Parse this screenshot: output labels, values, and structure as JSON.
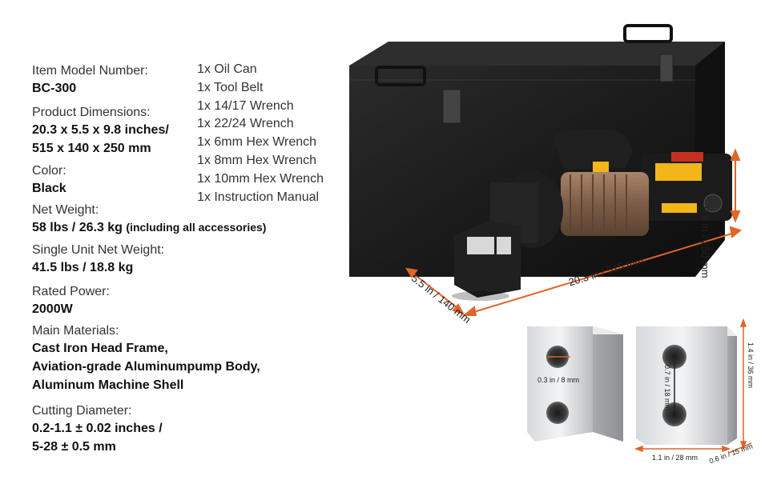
{
  "specs": {
    "model": {
      "label": "Item Model Number:",
      "value": "BC-300"
    },
    "dimensions": {
      "label": "Product Dimensions:",
      "value1": "20.3 x 5.5 x 9.8 inches/",
      "value2": "515 x 140 x 250 mm"
    },
    "color": {
      "label": "Color:",
      "value": "Black"
    },
    "net_weight": {
      "label": "Net Weight:",
      "value": "58 lbs / 26.3 kg",
      "note": "(including all accessories)"
    },
    "unit_weight": {
      "label": "Single Unit Net Weight:",
      "value": "41.5 lbs / 18.8 kg"
    },
    "power": {
      "label": "Rated Power:",
      "value": "2000W"
    },
    "materials": {
      "label": "Main Materials:",
      "value1": "Cast Iron Head Frame,",
      "value2": "Aviation-grade Aluminumpump Body,",
      "value3": "Aluminum Machine Shell"
    },
    "cutting": {
      "label": "Cutting Diameter:",
      "value1": "0.2-1.1 ± 0.02 inches /",
      "value2": "5-28 ± 0.5 mm"
    }
  },
  "accessories": [
    "1x Oil Can",
    "1x Tool Belt",
    "1x 14/17 Wrench",
    "1x 22/24 Wrench",
    "1x 6mm Hex Wrench",
    "1x 8mm Hex Wrench",
    "1x 10mm Hex Wrench",
    "1x Instruction Manual"
  ],
  "dimensions": {
    "height": "9.8 in / 250 mm",
    "length": "20.3 in / 515 mm",
    "depth": "5.5 in / 140 mm"
  },
  "blade_dims": {
    "hole_diameter": "0.3 in / 8 mm",
    "hole_spacing": "0.7 in / 18 mm",
    "height": "1.4 in / 36 mm",
    "width": "1.1 in / 28 mm",
    "thickness": "0.6 in / 15 mm"
  },
  "colors": {
    "accent": "#e0652a",
    "case": "#1c1c1c",
    "bronze": "#8a6a52"
  }
}
